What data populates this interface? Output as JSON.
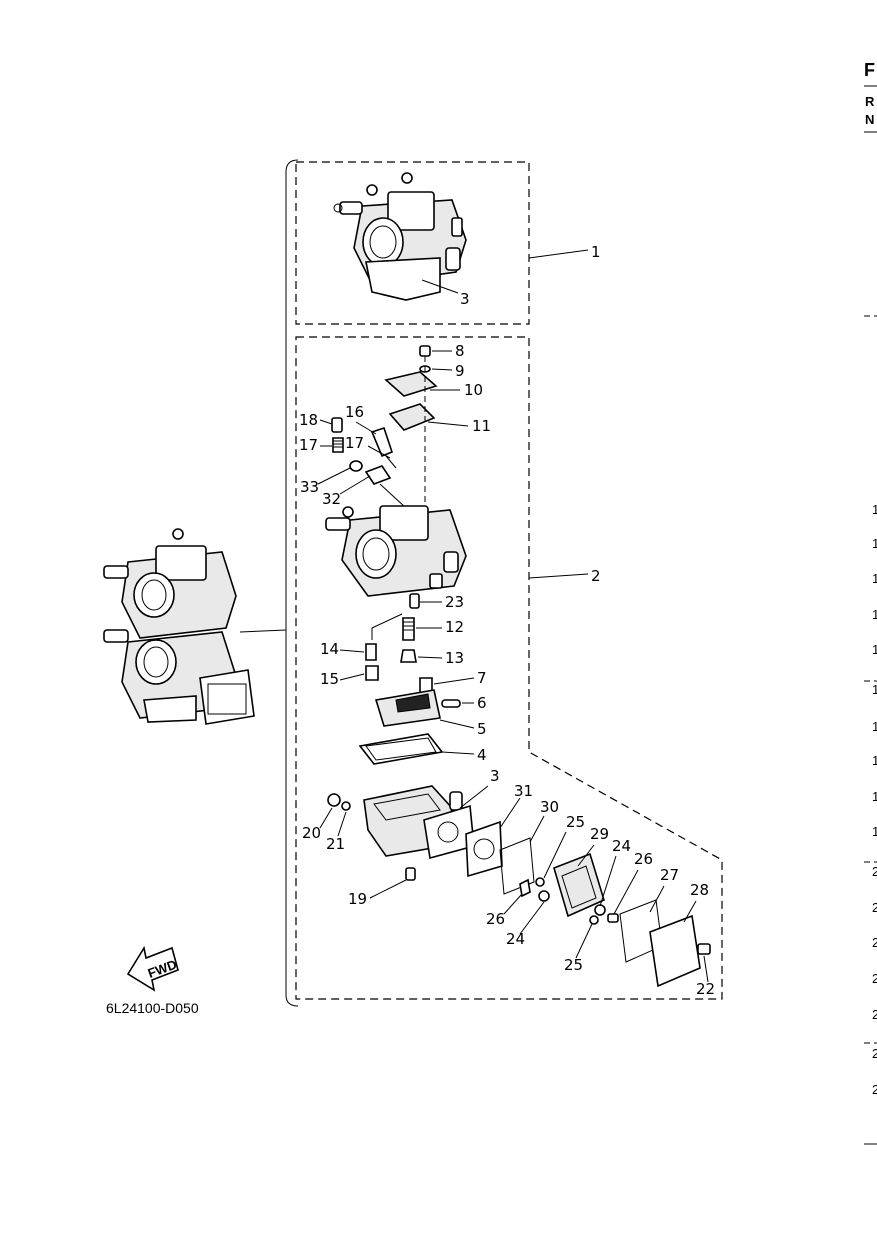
{
  "diagram_code": "6L24100-D050",
  "fwd_label": "FWD",
  "callouts": {
    "c1": "1",
    "c3top": "3",
    "c8": "8",
    "c9": "9",
    "c10": "10",
    "c11": "11",
    "c18": "18",
    "c16": "16",
    "c17a": "17",
    "c17b": "17",
    "c33": "33",
    "c32": "32",
    "c2": "2",
    "c23": "23",
    "c12": "12",
    "c14": "14",
    "c13": "13",
    "c15": "15",
    "c7": "7",
    "c6": "6",
    "c5": "5",
    "c4": "4",
    "c3": "3",
    "c31": "31",
    "c30": "30",
    "c25a": "25",
    "c29": "29",
    "c24a": "24",
    "c26a": "26",
    "c27": "27",
    "c28": "28",
    "c20": "20",
    "c21": "21",
    "c19": "19",
    "c26b": "26",
    "c24b": "24",
    "c25b": "25",
    "c22": "22"
  },
  "right_edge": {
    "head1": "F",
    "head2": "R",
    "head3": "N",
    "rows": [
      "1",
      "1",
      "1",
      "1",
      "1",
      "1",
      "1",
      "1",
      "1",
      "1",
      "2",
      "2",
      "2",
      "2",
      "2",
      "2",
      "2"
    ]
  }
}
